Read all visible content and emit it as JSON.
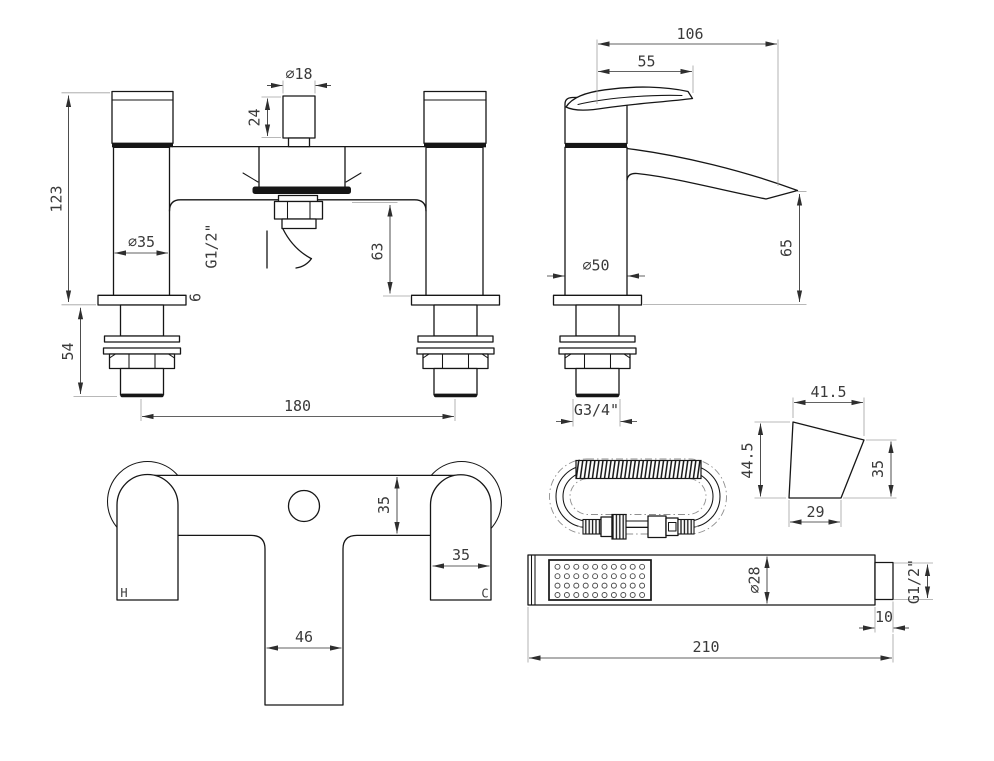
{
  "drawing": {
    "labels": {
      "front": {
        "height": "123",
        "plinth": "54",
        "pillar_dia": "⌀35",
        "knob_dia": "⌀18",
        "knob_height": "24",
        "outlet_thread": "G1/2\"",
        "deck_thickness": "6",
        "spout_clearance": "63",
        "centres": "180",
        "inlet_thread": "G3/4\""
      },
      "side": {
        "reach": "106",
        "lever_length": "55",
        "body_dia": "⌀50",
        "spout_height": "65"
      },
      "top": {
        "body_depth": "35",
        "handle_width": "35",
        "spout_width": "46",
        "hot": "H",
        "cold": "C"
      },
      "bracket": {
        "top_width": "41.5",
        "height": "44.5",
        "base_width": "29",
        "side_height": "35"
      },
      "handset": {
        "length": "210",
        "dia": "⌀28",
        "thread": "G1/2\"",
        "thread_length": "10"
      }
    },
    "colors": {
      "object_line": "#161616",
      "dim_line": "#2e2e2e",
      "ext_line": "#a0a0a0"
    }
  }
}
